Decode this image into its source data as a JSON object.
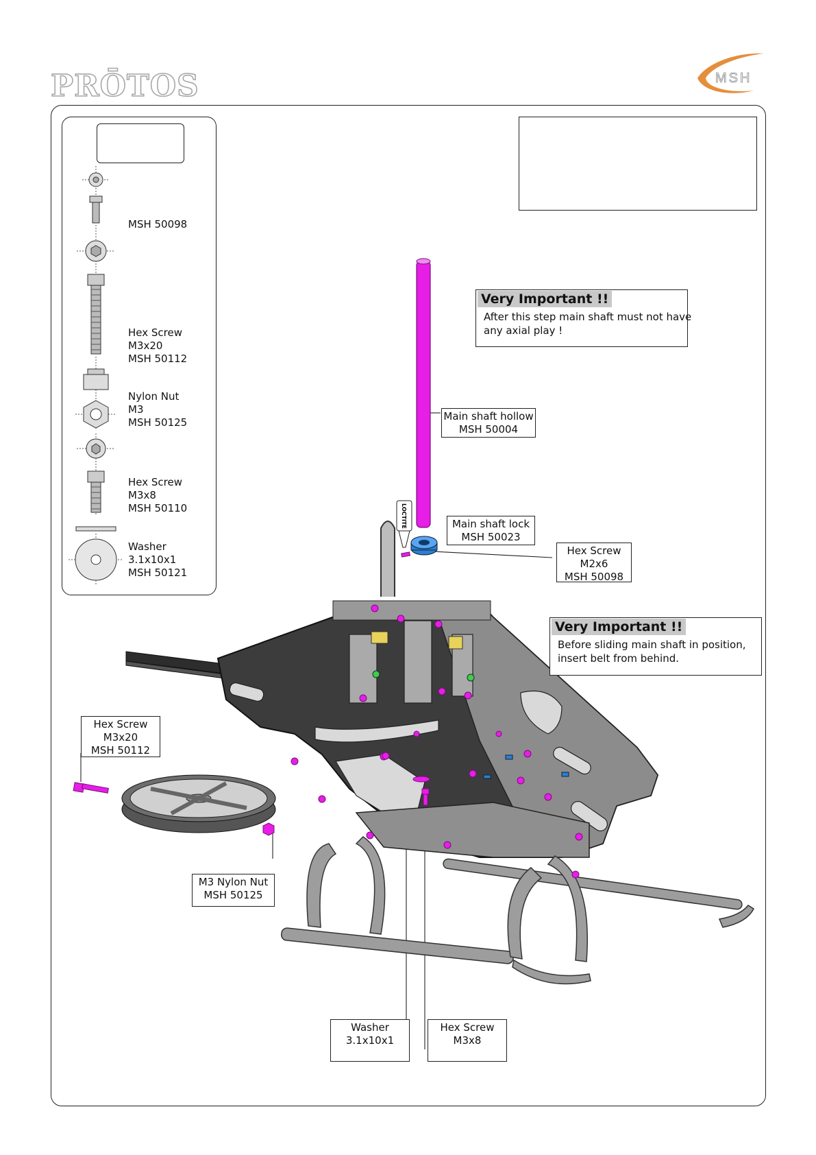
{
  "header": {
    "brand_left": "PRŌTOS",
    "brand_right": "MSH"
  },
  "parts_list": {
    "items": [
      {
        "id": "screw-m2x6",
        "label": "MSH 50098",
        "icon": "hex-screw-icon"
      },
      {
        "id": "screw-m3x20",
        "label": "Hex Screw\nM3x20\nMSH 50112",
        "icon": "hex-screw-icon"
      },
      {
        "id": "nylon-nut",
        "label": "Nylon Nut\nM3\nMSH 50125",
        "icon": "nut-icon"
      },
      {
        "id": "screw-m3x8",
        "label": "Hex Screw\nM3x8\nMSH 50110",
        "icon": "hex-screw-icon"
      },
      {
        "id": "washer",
        "label": "Washer\n3.1x10x1\nMSH 50121",
        "icon": "washer-icon"
      }
    ]
  },
  "notes": {
    "shaft_play": {
      "title": "Very Important !!",
      "body": "After this step main shaft must not have\nany axial play !"
    },
    "belt": {
      "title": "Very Important !!",
      "body": "Before sliding main shaft in position,\ninsert belt from behind."
    }
  },
  "callouts": {
    "main_shaft": "Main shaft hollow\nMSH 50004",
    "shaft_lock": "Main shaft lock\nMSH 50023",
    "screw_m2x6": "Hex Screw\nM2x6\nMSH 50098",
    "screw_m3x20": "Hex Screw\nM3x20\nMSH 50112",
    "nylon_nut": "M3 Nylon Nut\nMSH 50125",
    "washer": "Washer\n3.1x10x1",
    "screw_m3x8": "Hex Screw\nM3x8"
  },
  "loctite_label": "LOCTITE",
  "colors": {
    "highlight_magenta": "#e61ee6",
    "shaft_lock_blue": "#2a7fd4",
    "frame_dark": "#3c3c3c",
    "brand_orange": "#e07a1a"
  }
}
